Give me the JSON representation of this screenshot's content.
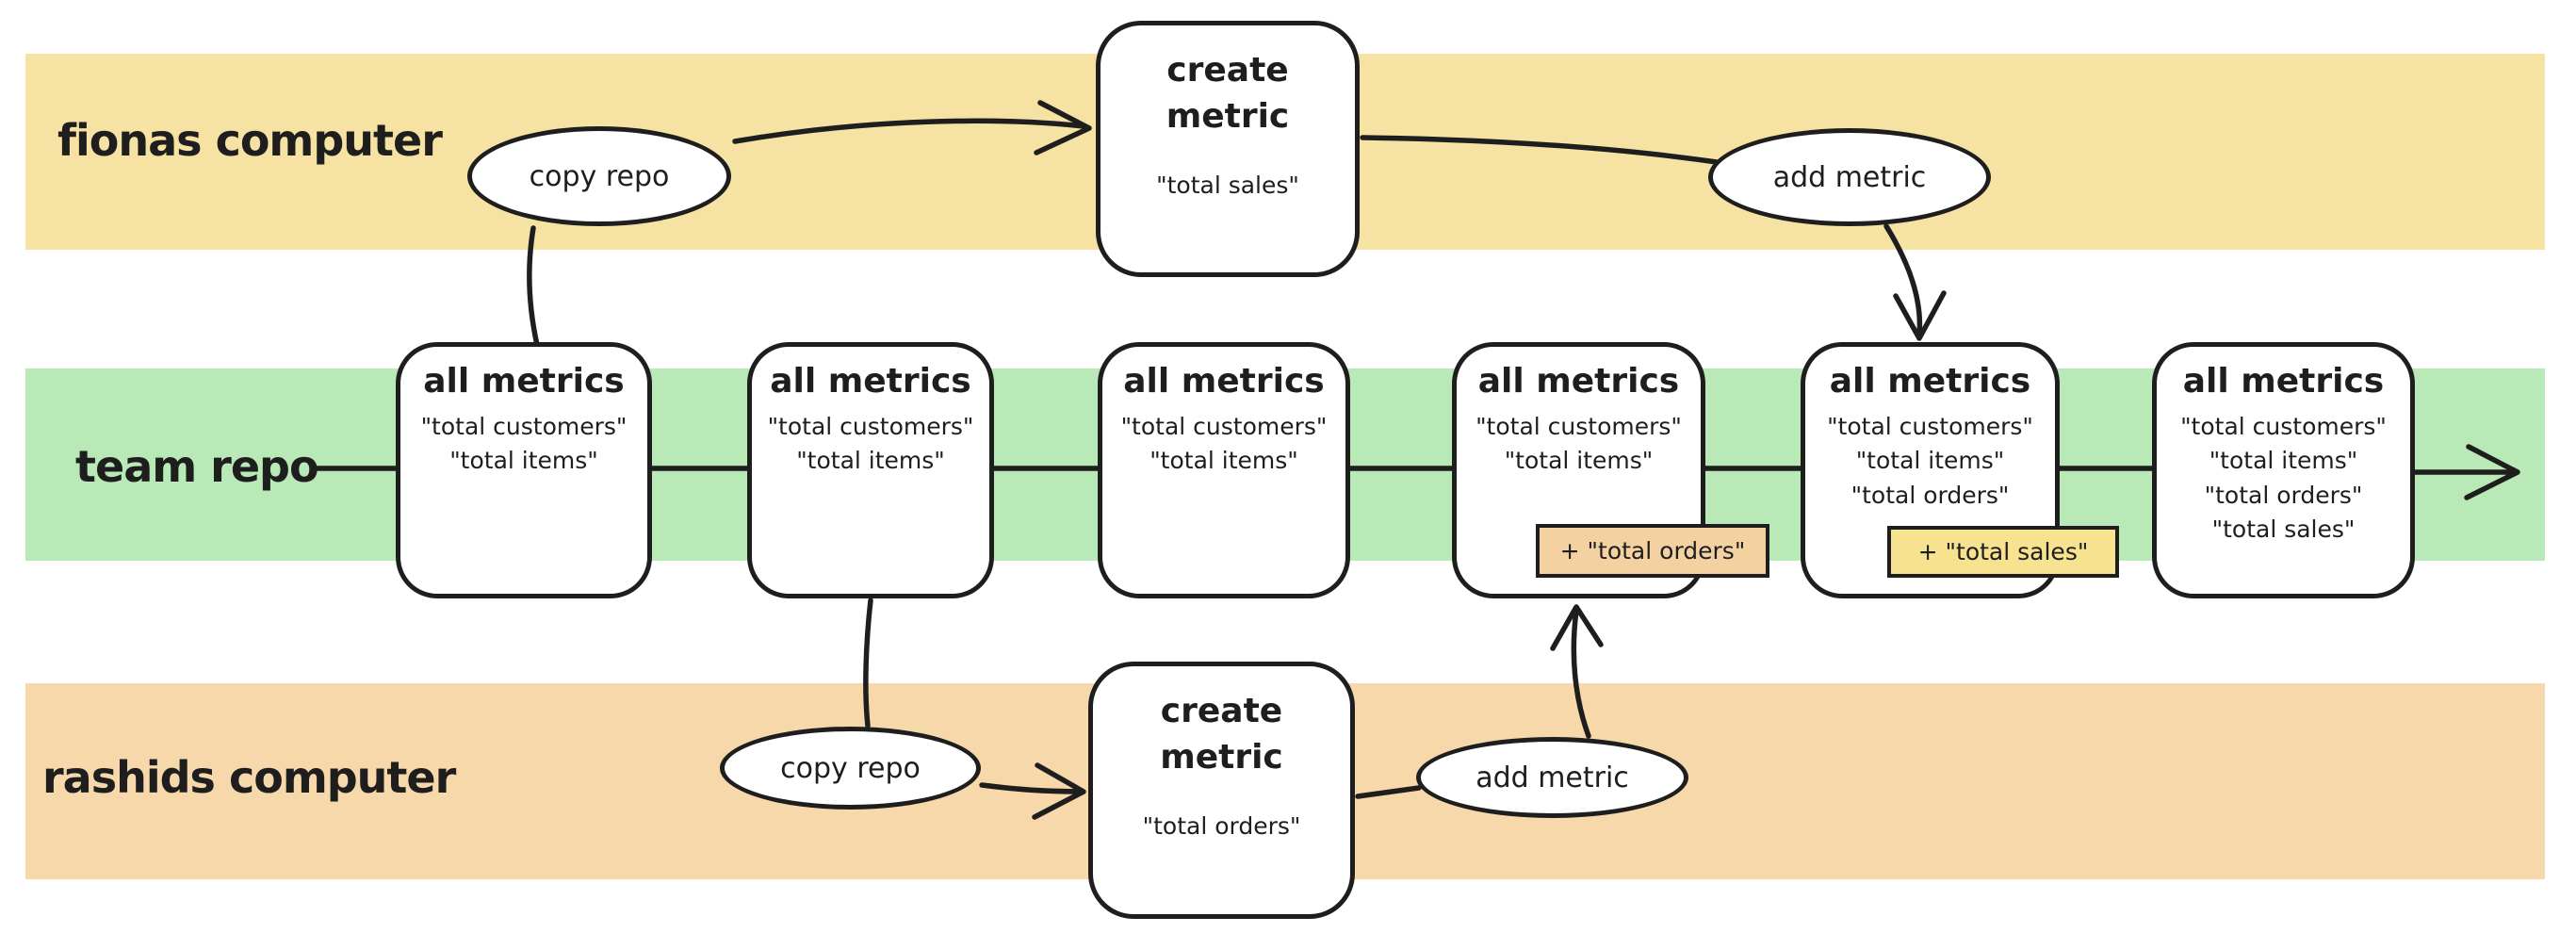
{
  "lanes": [
    {
      "label": "fionas computer",
      "color": "#F6E2A2"
    },
    {
      "label": "team repo",
      "color": "#B9E9B6"
    },
    {
      "label": "rashids computer",
      "color": "#F6D8AB"
    }
  ],
  "colors": {
    "lane_yellow": "#F6E2A2",
    "lane_green": "#B9E9B6",
    "lane_orange": "#F6D8AB",
    "tag_orange": "#F4D1A1",
    "tag_yellow": "#F6E28F",
    "ink": "#1E1E1E"
  },
  "team_repo_states": [
    {
      "title": "all metrics",
      "metrics": [
        "\"total customers\"",
        "\"total items\""
      ]
    },
    {
      "title": "all metrics",
      "metrics": [
        "\"total customers\"",
        "\"total items\""
      ]
    },
    {
      "title": "all metrics",
      "metrics": [
        "\"total customers\"",
        "\"total items\""
      ]
    },
    {
      "title": "all metrics",
      "metrics": [
        "\"total customers\"",
        "\"total items\""
      ],
      "added": "+ \"total orders\""
    },
    {
      "title": "all metrics",
      "metrics": [
        "\"total customers\"",
        "\"total items\"",
        "\"total orders\""
      ],
      "added": "+ \"total sales\""
    },
    {
      "title": "all metrics",
      "metrics": [
        "\"total customers\"",
        "\"total items\"",
        "\"total orders\"",
        "\"total sales\""
      ]
    }
  ],
  "fiona_flow": {
    "copy_repo_label": "copy repo",
    "create_metric_title": "create metric",
    "create_metric_value": "\"total sales\"",
    "add_metric_label": "add metric"
  },
  "rashid_flow": {
    "copy_repo_label": "copy repo",
    "create_metric_title": "create metric",
    "create_metric_value": "\"total orders\"",
    "add_metric_label": "add metric"
  }
}
